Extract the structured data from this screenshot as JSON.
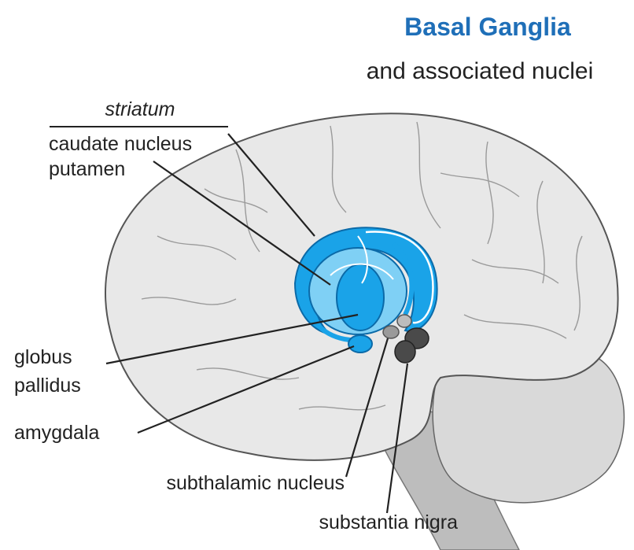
{
  "header": {
    "title": "Basal Ganglia",
    "subtitle": "and associated nuclei"
  },
  "striatum": {
    "heading": "striatum",
    "items": [
      "caudate nucleus",
      "putamen"
    ]
  },
  "labels": {
    "globus_line1": "globus",
    "globus_line2": "pallidus",
    "amygdala": "amygdala",
    "subthalamic": "subthalamic nucleus",
    "substantia": "substantia nigra"
  },
  "colors": {
    "title": "#1f6fb8",
    "basal_blue": "#1aa3e8",
    "basal_light": "#7fd0f5",
    "brain_fill": "#e6e6e6",
    "brain_outline": "#555555",
    "dark_nucleus": "#4a4a4a",
    "leader_line": "#222222"
  }
}
